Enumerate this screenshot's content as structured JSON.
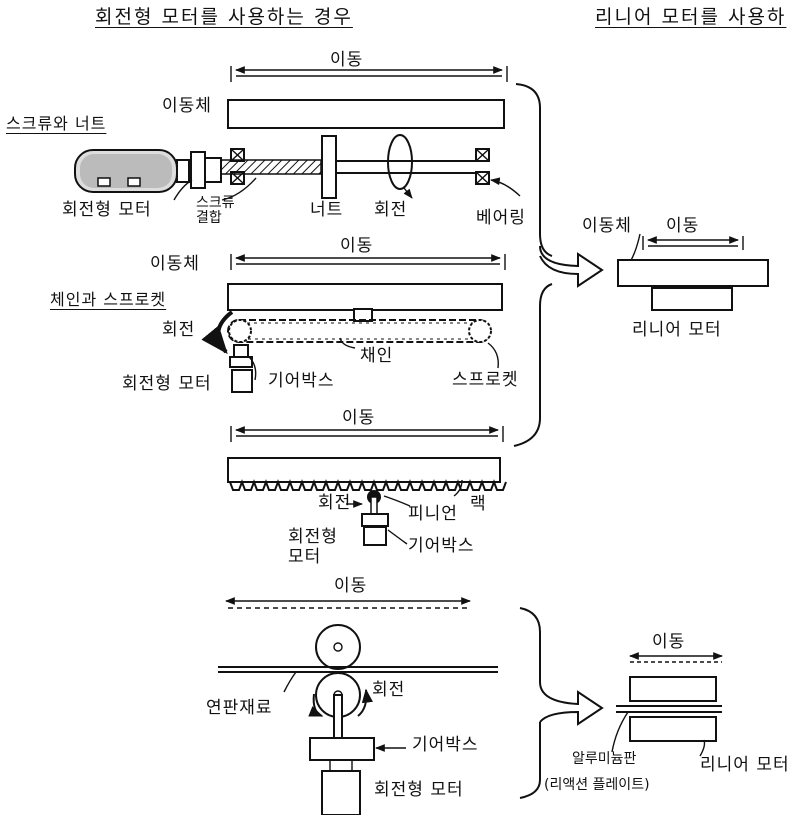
{
  "headers": {
    "rotary": "회전형 모터를 사용하는 경우",
    "linear": "리니어 모터를 사용하"
  },
  "screw": {
    "section_title": "스크류와 너트",
    "move": "이동",
    "mover": "이동체",
    "rotary_motor": "회전형 모터",
    "coupling": "스크류\n결합",
    "nut": "너트",
    "rotation": "회전",
    "bearing": "베어링"
  },
  "chain": {
    "section_title": "체인과 스프로켓",
    "move": "이동",
    "mover": "이동체",
    "rotation": "회전",
    "chain": "채인",
    "gearbox": "기어박스",
    "rotary_motor": "회전형 모터",
    "sprocket": "스프로켓"
  },
  "rack": {
    "move": "이동",
    "rotation": "회전",
    "pinion": "피니언",
    "rack": "랙",
    "rotary_motor": "회전형\n모터",
    "gearbox": "기어박스"
  },
  "sheet": {
    "move": "이동",
    "rotation": "회전",
    "material": "연판재료",
    "gearbox": "기어박스",
    "rotary_motor": "회전형 모터"
  },
  "linear_top": {
    "mover": "이동체",
    "move": "이동",
    "motor": "리니어 모터"
  },
  "linear_bottom": {
    "move": "이동",
    "plate": "알루미늄판",
    "plate_note": "(리액션 플레이트)",
    "motor": "리니어 모터"
  }
}
